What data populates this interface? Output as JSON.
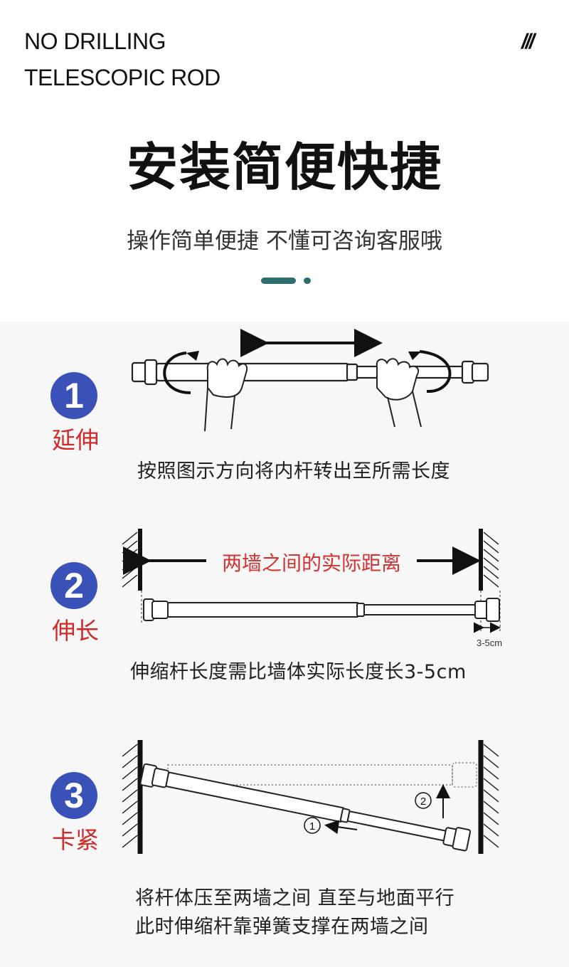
{
  "brand": {
    "line1": "NO DRILLING",
    "line2": "TELESCOPIC ROD",
    "mark": "///"
  },
  "headline": "安装简便快捷",
  "subline": "操作简单便捷 不懂可咨询客服哦",
  "accent_color": "#2d6e6e",
  "steps": [
    {
      "num": "1",
      "label": "延伸",
      "desc": "按照图示方向将内杆转出至所需长度"
    },
    {
      "num": "2",
      "label": "伸长",
      "desc": "伸缩杆长度需比墙体实际长度长3-5cm",
      "distance_label": "两墙之间的实际距离",
      "gap_label": "3-5cm"
    },
    {
      "num": "3",
      "label": "卡紧",
      "desc_line1": "将杆体压至两墙之间 直至与地面平行",
      "desc_line2": "此时伸缩杆靠弹簧支撑在两墙之间",
      "marker1": "1",
      "marker2": "2"
    }
  ],
  "colors": {
    "step_badge": "#3a52b8",
    "step_label": "#d02b2b",
    "distance_text": "#d23434"
  }
}
